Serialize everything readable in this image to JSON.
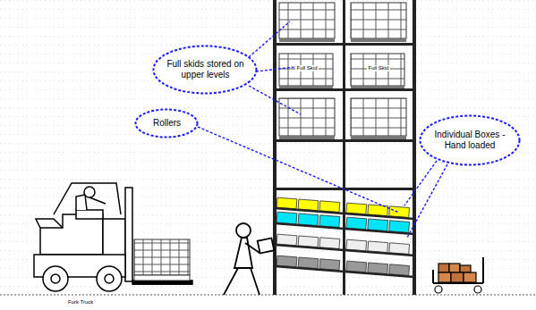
{
  "diagram": {
    "nodes": [
      {
        "text": [
          "Full skids stored on upper levels"
        ]
      },
      {
        "text": [
          "Rollers"
        ]
      },
      {
        "text": [
          "Individual Boxes - Hand loaded"
        ]
      },
      {
        "text": [
          "Full Skid"
        ]
      },
      {
        "text": [
          "Full Skid"
        ]
      }
    ],
    "labels": [
      "Fork Truck"
    ]
  }
}
